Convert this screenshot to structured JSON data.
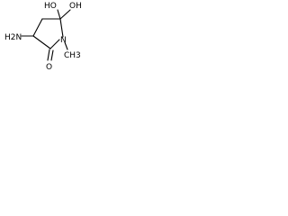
{
  "molecule": {
    "labels": {
      "oh_top_left": "HO",
      "oh_top_right": "OH",
      "amine": "H2N",
      "nitrogen": "N",
      "methyl": "CH3",
      "carbonyl_oxygen": "O"
    }
  },
  "colors": {
    "bond": "#000000",
    "label": "#000000",
    "background": "#ffffff"
  }
}
